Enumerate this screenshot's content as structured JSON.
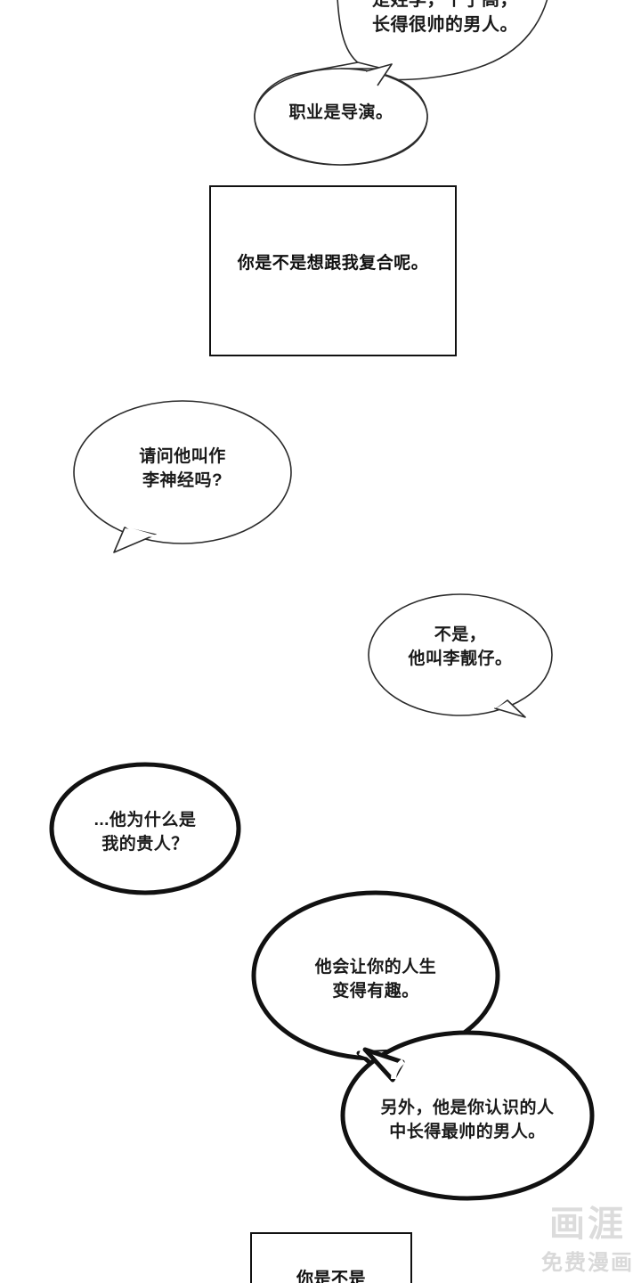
{
  "meta": {
    "background_color": "#ffffff",
    "ink_color": "#111111",
    "text_color": "#1a1a1a"
  },
  "bubbles": [
    {
      "id": "bubble-description",
      "text": "是姓李，个子高，\n长得很帅的男人。",
      "style": "thin-ellipse",
      "tail": "down-left",
      "clipped_top": true
    },
    {
      "id": "bubble-occupation",
      "text": "职业是导演。",
      "style": "thin-ellipse",
      "tail": "up-right",
      "clipped_top": false
    },
    {
      "id": "bubble-ask-name",
      "text": "请问他叫作\n李神经吗?",
      "style": "thin-ellipse",
      "tail": "down-left",
      "clipped_top": false
    },
    {
      "id": "bubble-correct-name",
      "text": "不是，\n他叫李靓仔。",
      "style": "thin-ellipse",
      "tail": "down-right",
      "clipped_top": false
    },
    {
      "id": "bubble-why-benefactor",
      "text": "...他为什么是\n我的贵人？",
      "style": "thick-ellipse",
      "tail": "none",
      "clipped_top": false
    },
    {
      "id": "bubble-interesting-life",
      "text": "他会让你的人生\n变得有趣。",
      "style": "thick-ellipse",
      "tail": "down-right",
      "clipped_top": false
    },
    {
      "id": "bubble-most-handsome",
      "text": "另外，他是你认识的人\n中长得最帅的男人。",
      "style": "thick-ellipse",
      "tail": "up-left",
      "clipped_top": false
    }
  ],
  "panels": [
    {
      "id": "panel-reconcile",
      "text": "你是不是想跟我复合呢。",
      "clipped_bottom": false
    },
    {
      "id": "panel-bottom",
      "text": "你是不是",
      "clipped_bottom": true
    }
  ],
  "watermark": {
    "logo": "画涯",
    "subtitle": "免费漫画",
    "color": "#dcdcdc"
  }
}
